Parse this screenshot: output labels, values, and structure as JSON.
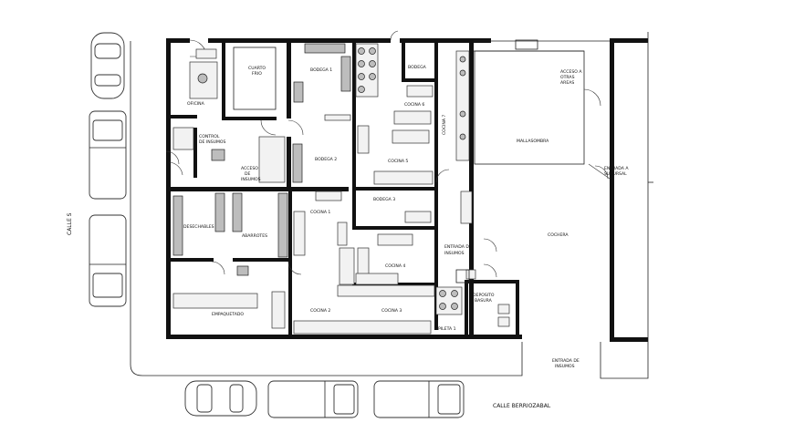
{
  "streets": {
    "calle_s": "CALLE S",
    "calle_berriozabal": "CALLE BERRIOZABAL"
  },
  "rooms": {
    "oficina": "OFICINA",
    "cuarto_frio_1": "CUARTO",
    "cuarto_frio_2": "FRIO",
    "bodega_1": "BODEGA 1",
    "bodega_2": "BODEGA 2",
    "bodega_3": "BODEGA 3",
    "bodega": "BODEGA",
    "cocina_6": "COCINA 6",
    "cocina_7": "COCINA 7",
    "cocina_5": "COCINA 5",
    "cocina_1": "COCINA 1",
    "cocina_2": "COCINA 2",
    "cocina_3": "COCINA 3",
    "cocina_4": "COCINA 4",
    "control_1": "CONTROL",
    "control_2": "DE INSUMOS",
    "acceso_insumos_1": "ACCESO",
    "acceso_insumos_2": "DE",
    "acceso_insumos_3": "INSUMOS",
    "desechables": "DESECHABLES",
    "abarrotes": "ABARROTES",
    "empaquetado": "EMPAQUETADO",
    "acceso_1": "ACCESO A",
    "acceso_2": "OTRAS",
    "acceso_3": "AREAS",
    "malla_sombra": "MALLASOMBRA",
    "entrada_sucursal_1": "ENTRADA A",
    "entrada_sucursal_2": "SUCURSAL",
    "cochera": "COCHERA",
    "entrada_insumos_1": "ENTRADA DE",
    "entrada_insumos_2": "INSUMOS",
    "deposito_1": "DEPOSITO",
    "deposito_2": "BASURA",
    "pileta": "PILETA 1",
    "entrada_insumos_ext_1": "ENTRADA DE",
    "entrada_insumos_ext_2": "INSUMOS"
  }
}
